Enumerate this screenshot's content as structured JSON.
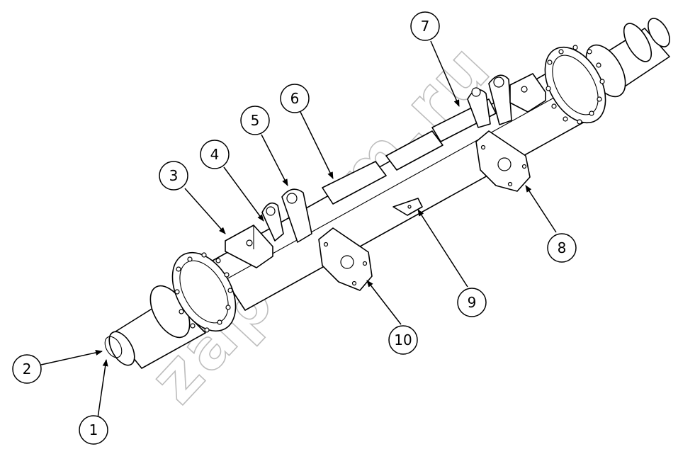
{
  "watermark": "zap-kam.ru",
  "callouts": [
    {
      "id": "1",
      "label": "1"
    },
    {
      "id": "2",
      "label": "2"
    },
    {
      "id": "3",
      "label": "3"
    },
    {
      "id": "4",
      "label": "4"
    },
    {
      "id": "5",
      "label": "5"
    },
    {
      "id": "6",
      "label": "6"
    },
    {
      "id": "7",
      "label": "7"
    },
    {
      "id": "8",
      "label": "8"
    },
    {
      "id": "9",
      "label": "9"
    },
    {
      "id": "10",
      "label": "10"
    }
  ]
}
